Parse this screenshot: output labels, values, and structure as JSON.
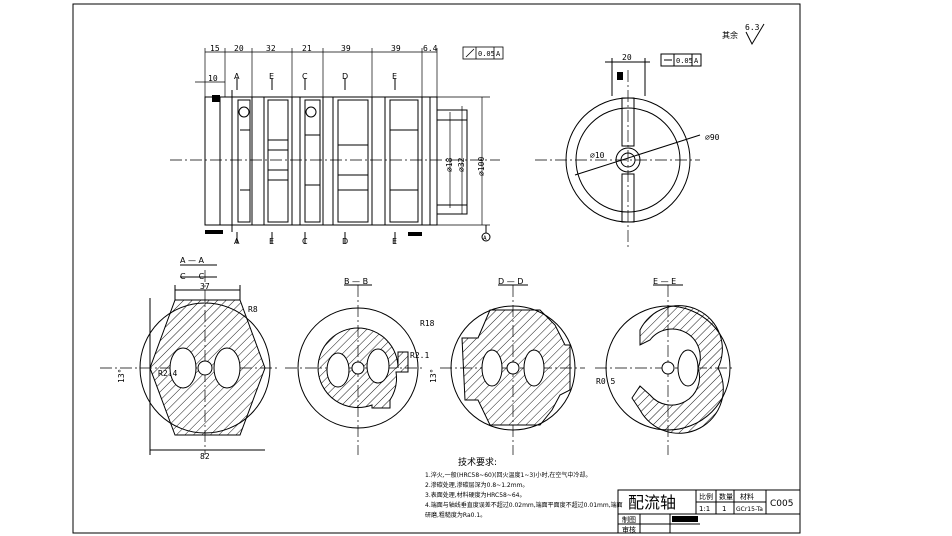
{
  "top_dims": [
    "15",
    "20",
    "32",
    "21",
    "39",
    "39",
    "6.4"
  ],
  "dim_10": "10",
  "gtol_flatness": "0.05",
  "gtol_datum": "A",
  "gtol_right": "0.05",
  "dim_right_20": "20",
  "roughness_label": "其余",
  "roughness_value": "6.3",
  "dia_labels": {
    "d18": "⌀18",
    "d32": "⌀32",
    "d100": "⌀100",
    "d90": "⌀90",
    "d10": "⌀10"
  },
  "datum_mark": "A",
  "section_letters": [
    "A",
    "E",
    "C",
    "D",
    "E"
  ],
  "section_titles": {
    "aa": "A — A",
    "cc": "C — C",
    "bb": "B — B",
    "dd": "D — D",
    "ee": "E — E"
  },
  "view1_dims": {
    "top": "37",
    "bottom": "82",
    "angle": "13°",
    "radius": "R2.4",
    "r8": "R8"
  },
  "view2_dims": {
    "r18": "R18",
    "r21": "R2.1"
  },
  "view3_dims": {
    "angle": "13°"
  },
  "view4_dims": {
    "r": "R0.5"
  },
  "notes": {
    "title": "技术要求:",
    "lines": [
      "1.淬火,一般(HRC58~60)(回火温度1~3)小时,在空气中冷却。",
      "2.渗碳处理,渗碳层深为0.8~1.2mm。",
      "3.表面处理,材料硬度为HRC58~64。",
      "4.端面与轴线垂直度误差不超过0.02mm,端面平面度不超过0.01mm,端面",
      "  研磨,粗糙度为Ra0.1。"
    ]
  },
  "title_block": {
    "name": "配流轴",
    "hdr_scale": "比例",
    "hdr_qty": "数量",
    "hdr_material": "材料",
    "scale": "1:1",
    "qty": "1",
    "material": "GCr15-Ta",
    "code": "C005",
    "drawn_by": "制图",
    "checked_by": "审核"
  }
}
